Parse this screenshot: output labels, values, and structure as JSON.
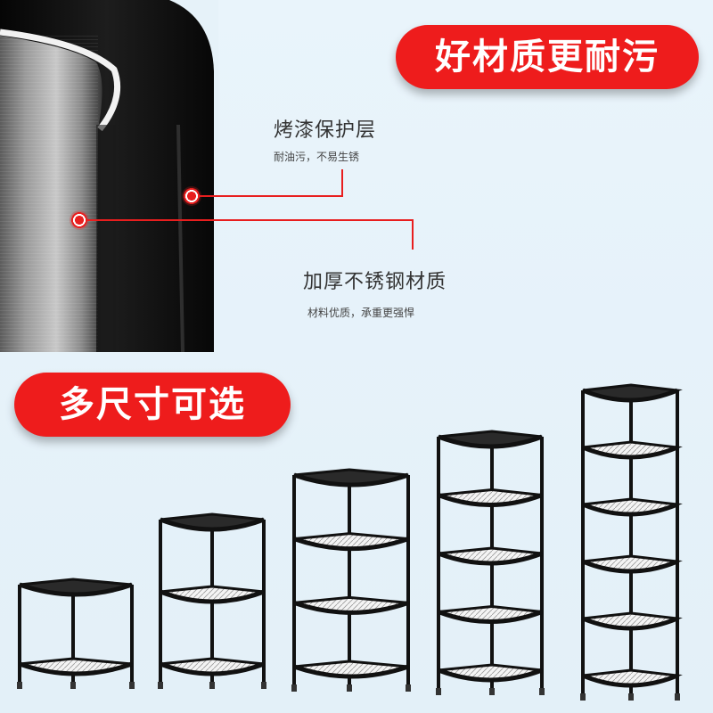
{
  "banner_top": "好材质更耐污",
  "coating": {
    "title": "烤漆保护层",
    "desc": "耐油污，不易生锈"
  },
  "steel": {
    "title": "加厚不锈钢材质",
    "desc": "材料优质，承重更强悍"
  },
  "banner_sizes": "多尺寸可选",
  "products": [
    {
      "tiers": 2
    },
    {
      "tiers": 3
    },
    {
      "tiers": 4
    },
    {
      "tiers": 5
    },
    {
      "tiers": 6
    }
  ],
  "colors": {
    "accent": "#ee1c1c",
    "frame": "#111111",
    "background": "#e6f2f9"
  }
}
